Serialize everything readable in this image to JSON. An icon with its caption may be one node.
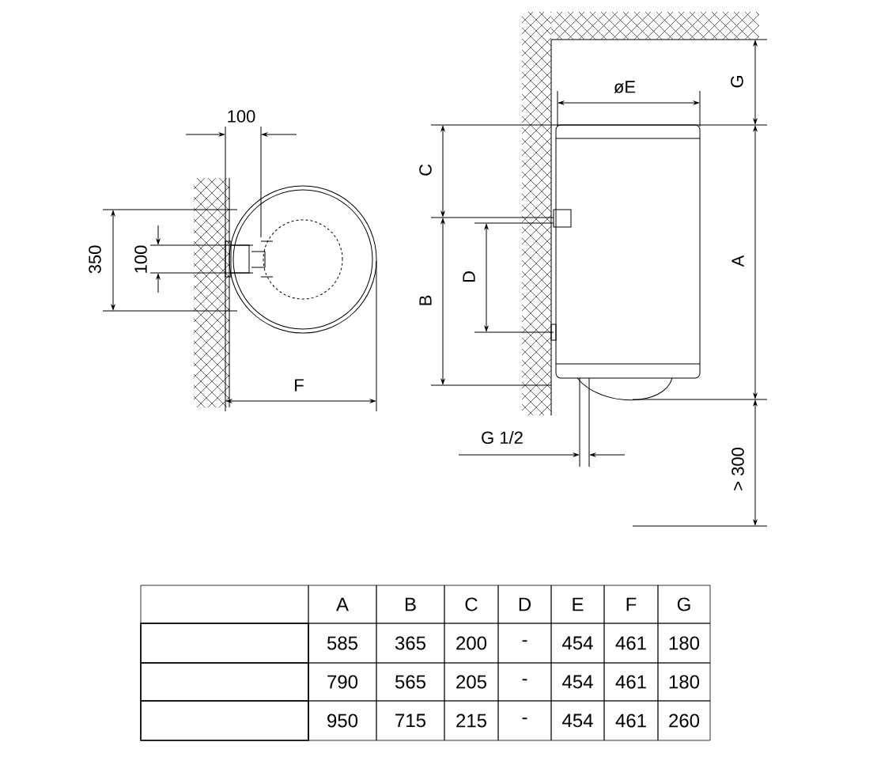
{
  "diagram": {
    "labels": [
      "100",
      "øE",
      "G",
      "C",
      "350",
      "100",
      "D",
      "A",
      "B",
      "F",
      "G 1/2",
      "> 300",
      "A",
      "B",
      "C",
      "D",
      "E",
      "F",
      "G",
      "585",
      "365",
      "200",
      "-",
      "454",
      "461",
      "180",
      "790",
      "565",
      "205",
      "-",
      "454",
      "461",
      "180",
      "950",
      "715",
      "215",
      "-",
      "454",
      "461",
      "260"
    ]
  }
}
